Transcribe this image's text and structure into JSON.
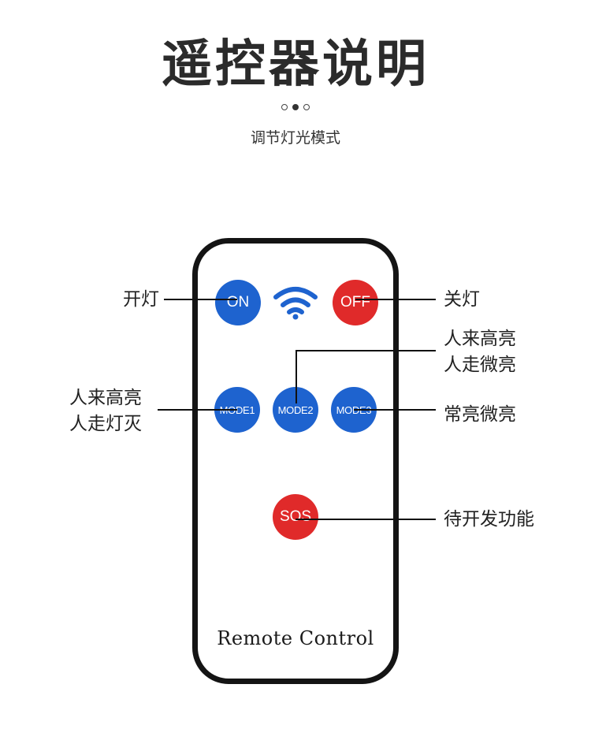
{
  "header": {
    "title": "遥控器说明",
    "subtitle": "调节灯光模式"
  },
  "remote": {
    "buttons": {
      "on": "ON",
      "off": "OFF",
      "mode1": "MODE1",
      "mode2": "MODE2",
      "mode3": "MODE3",
      "sos": "SOS"
    },
    "brand": "Remote Control",
    "colors": {
      "blue": "#1e63cf",
      "red": "#e02a2a",
      "body": "#141414"
    },
    "signal_icon": "wifi-icon"
  },
  "labels": {
    "on": "开灯",
    "off": "关灯",
    "mode1": [
      "人来高亮",
      "人走灯灭"
    ],
    "mode2": [
      "人来高亮",
      "人走微亮"
    ],
    "mode3": "常亮微亮",
    "sos": "待开发功能"
  },
  "pagination": {
    "active_index": 2,
    "total": 3
  }
}
